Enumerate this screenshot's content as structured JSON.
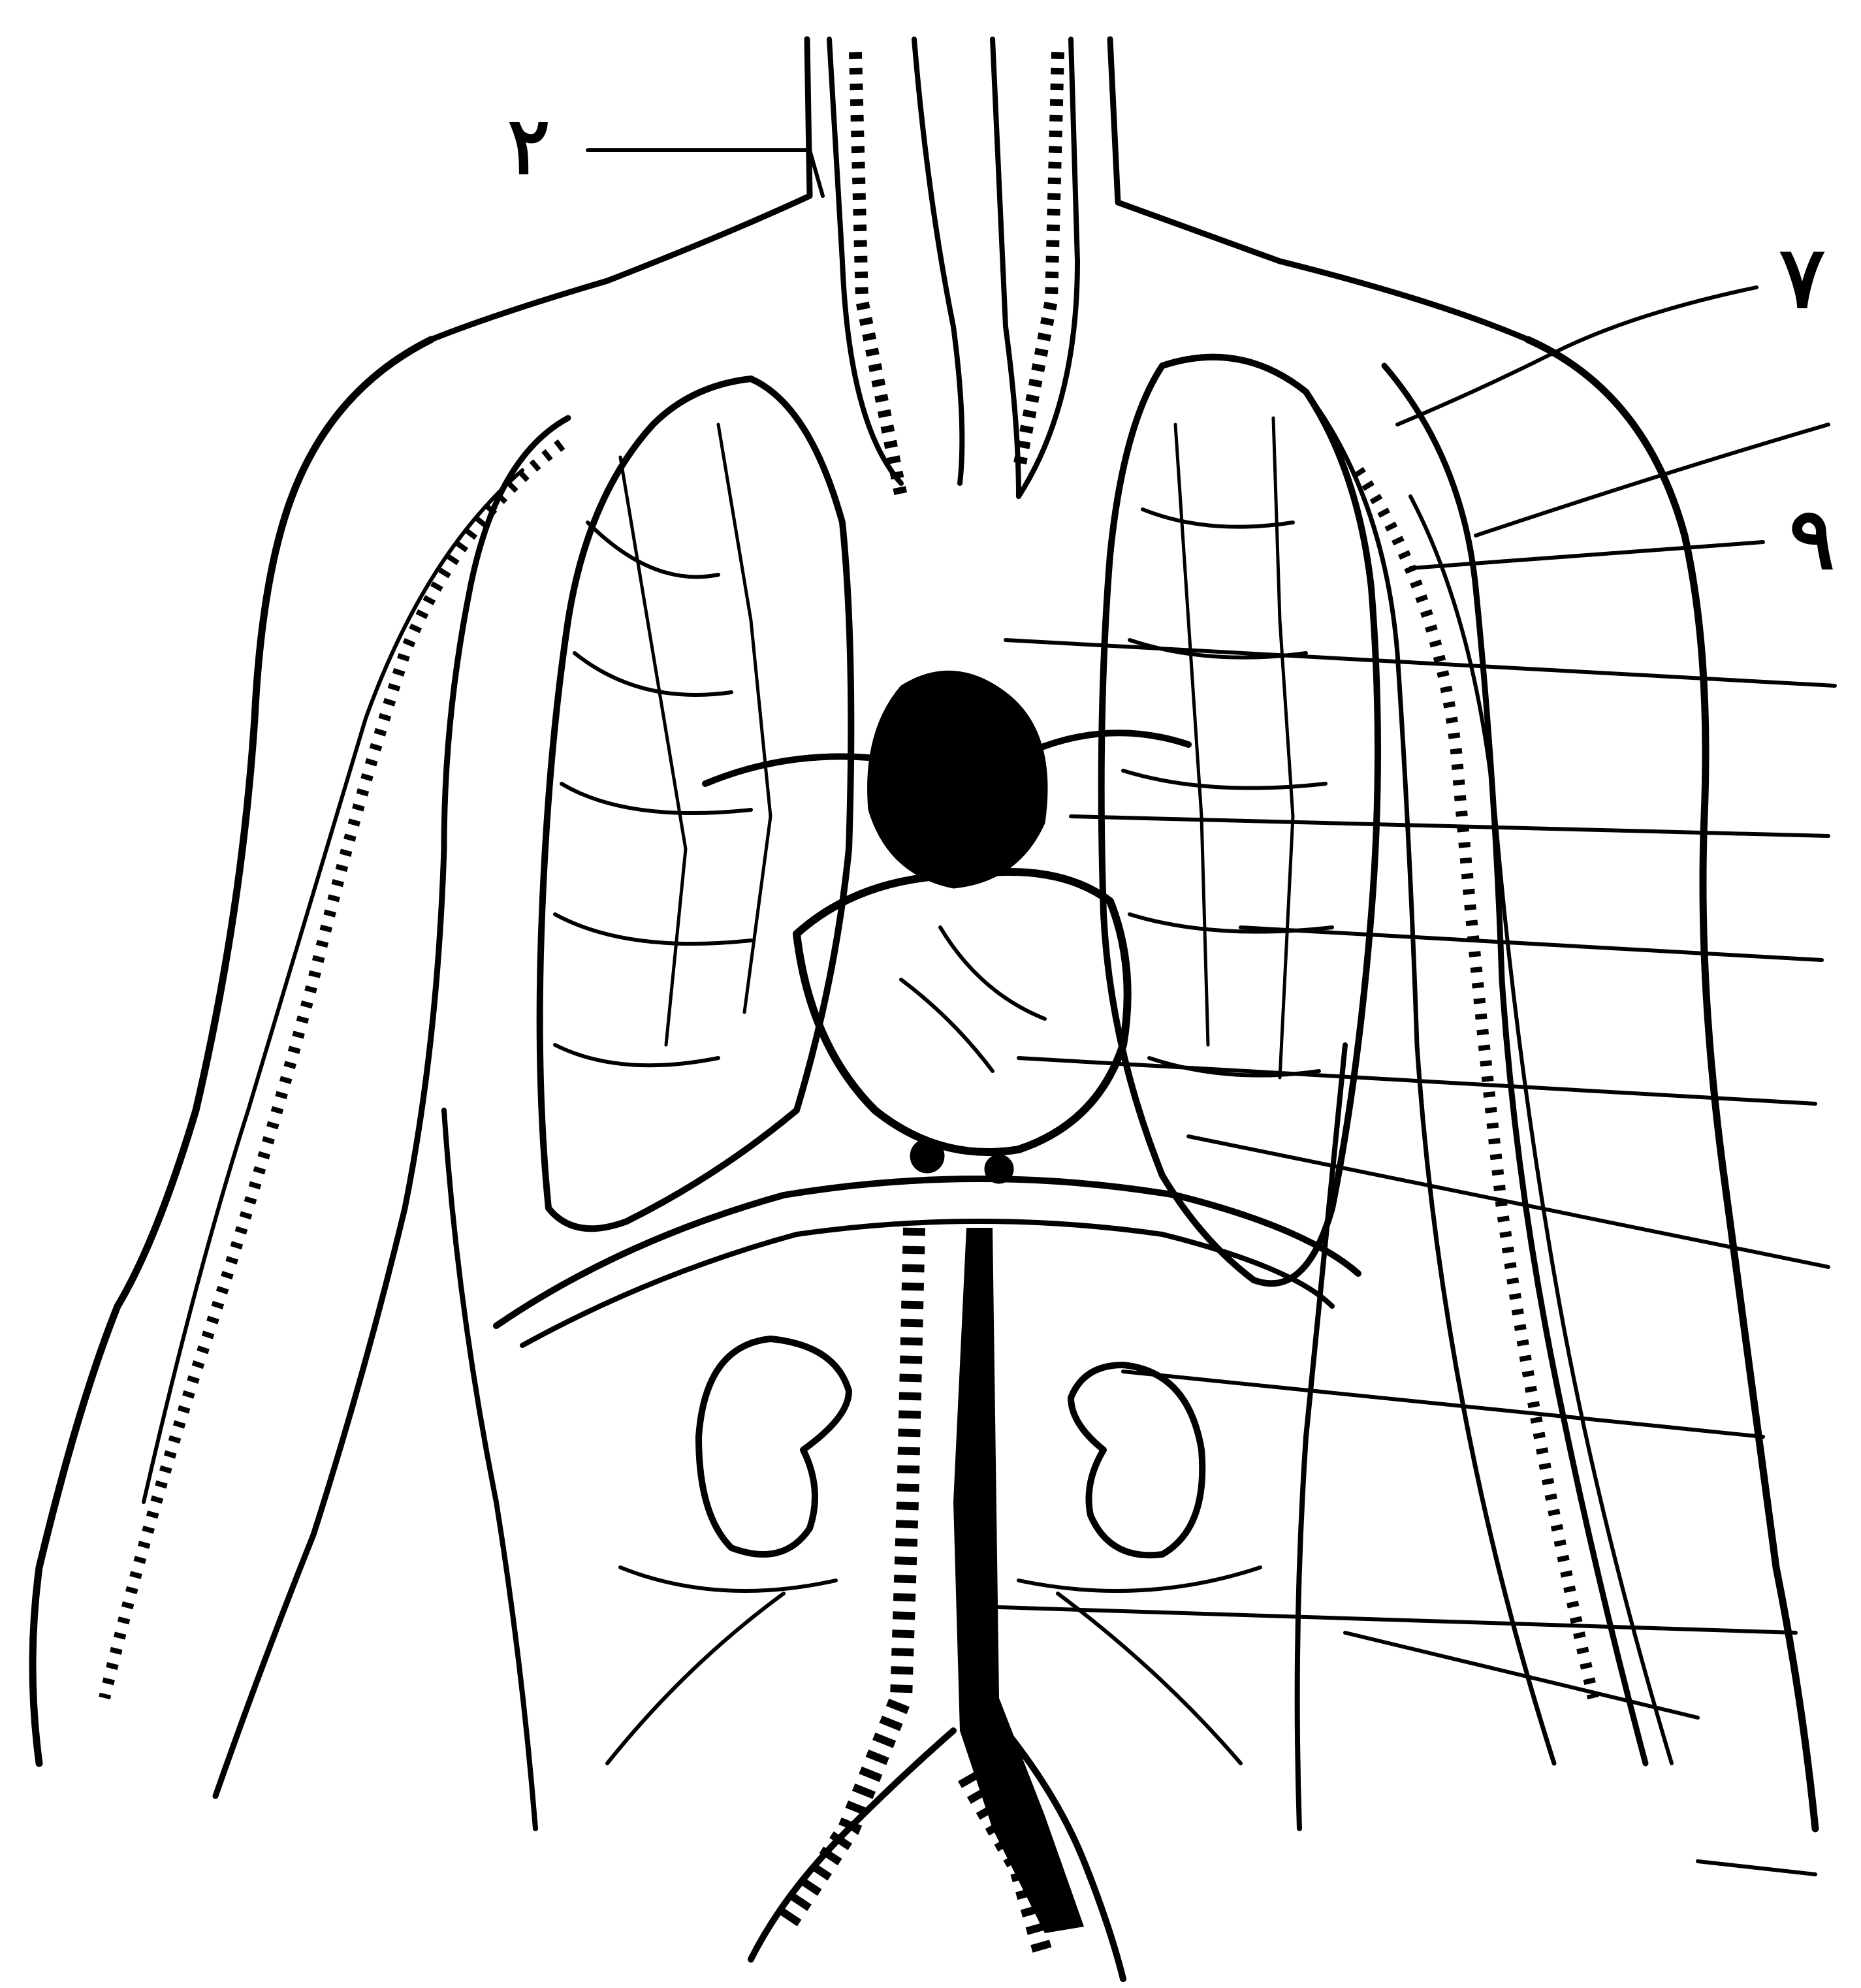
{
  "figure": {
    "labels": [
      {
        "id": "label-2",
        "text": "٢"
      },
      {
        "id": "label-7",
        "text": "٧"
      },
      {
        "id": "label-9",
        "text": "٩"
      }
    ],
    "leader_line_count": 13,
    "ink_color": "#000000",
    "background_color": "#ffffff"
  }
}
